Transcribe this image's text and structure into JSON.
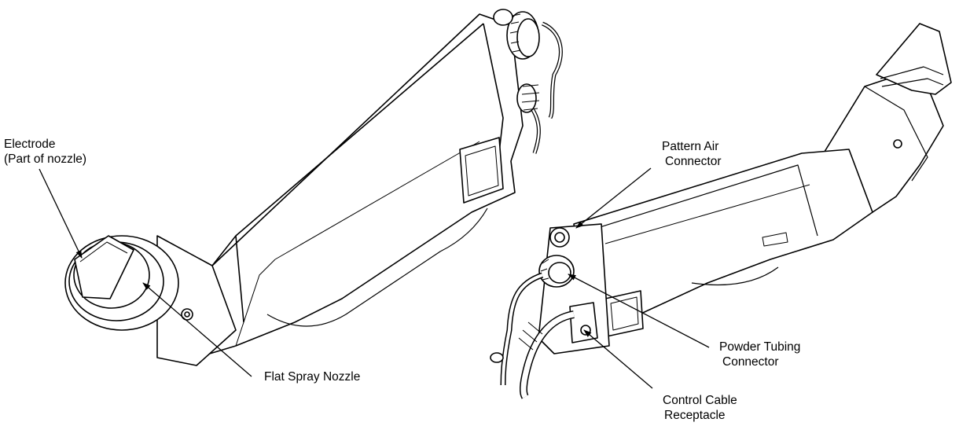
{
  "labels": {
    "electrode": {
      "line1": "Electrode",
      "line2": "(Part of nozzle)"
    },
    "flat_spray_nozzle": {
      "line1": "Flat Spray Nozzle"
    },
    "pattern_air_connector": {
      "line1": "Pattern Air",
      "line2": "Connector"
    },
    "powder_tubing_connector": {
      "line1": "Powder Tubing",
      "line2": "Connector"
    },
    "control_cable_receptacle": {
      "line1": "Control Cable",
      "line2": "Receptacle"
    }
  }
}
